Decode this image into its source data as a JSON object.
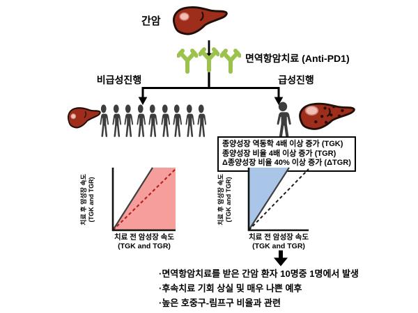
{
  "colors": {
    "liver": "#9e2d1c",
    "liver_outline": "#1e0f08",
    "tumor": "#f3beb3",
    "tumor_outline": "#cd8377",
    "met_dot": "#2a0c06",
    "person": "#3d3d3d",
    "antibody": "#9cc24e",
    "pink_region": "#f59e9b",
    "blue_region": "#a9c5e8",
    "dashed_left": "#b22222",
    "dashed_right": "#1a1a1a",
    "threshold_line": "#3f3f3f",
    "axis": "#111111",
    "arrow": "#000000"
  },
  "header": {
    "cancer_label": "간암",
    "therapy_label": "면역항암치료 (Anti-PD1)"
  },
  "branches": {
    "left_label": "비급성진행",
    "right_label": "급성진행",
    "left_patient_count": 9,
    "right_patient_count": 1
  },
  "criteria_box": {
    "line1": "종양성장 역동학 4배 이상 증가 (TGK)",
    "line2": "종양성장 비율 4배 이상 증가 (TGR)",
    "line3": "Δ종양성장 비율 40% 이상 증가 (ΔTGR)"
  },
  "charts": {
    "axis": {
      "xlabel_line1": "치료 전 암성장 속도",
      "xlabel_line2": "(TGK and TGR)",
      "ylabel_line1": "치료 후 암성장 속도",
      "ylabel_line2": "(TGK and TGR)"
    }
  },
  "footer_bullets": {
    "line1": "·면역항암치료를 받은 간암 환자 10명중 1명에서 발생",
    "line2": "·후속치료 기회 상실 및 매우 나쁜 예후",
    "line3": "·높은 호중구-림프구 비율과 관련"
  }
}
